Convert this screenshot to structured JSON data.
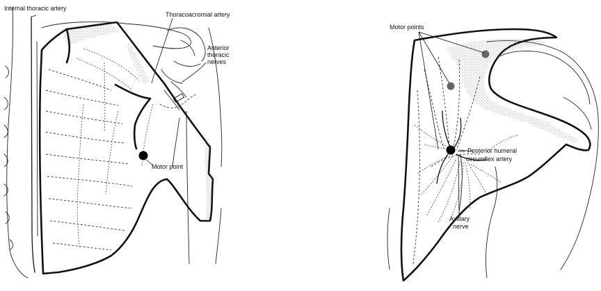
{
  "labels": {
    "internal_thoracic_artery": "Internal thoracic artery",
    "thoracoacromial_artery": "Thoracoacromial artery",
    "anterior_thoracic_nerves_1": "Anterior",
    "anterior_thoracic_nerves_2": "thoracic",
    "anterior_thoracic_nerves_3": "nerves",
    "motor_point": "Motor point",
    "motor_points": "Motor points",
    "posterior_humeral_1": "Posterior humeral",
    "posterior_humeral_2": "circumflex artery",
    "axillary_1": "Axillary",
    "axillary_2": "nerve"
  }
}
